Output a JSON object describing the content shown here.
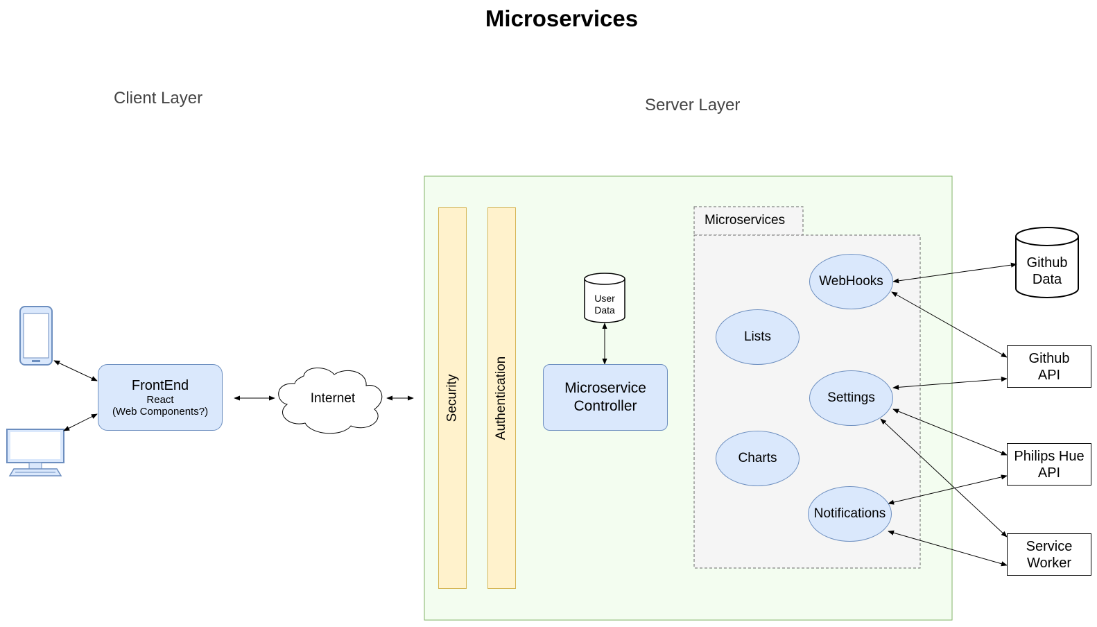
{
  "title": "Microservices",
  "layers": {
    "client": "Client Layer",
    "server": "Server Layer"
  },
  "frontend": {
    "title": "FrontEnd",
    "line1": "React",
    "line2": "(Web Components?)"
  },
  "internet": "Internet",
  "bars": {
    "security": "Security",
    "authentication": "Authentication"
  },
  "user_data": {
    "line1": "User",
    "line2": "Data"
  },
  "controller": {
    "line1": "Microservice",
    "line2": "Controller"
  },
  "microservices_group": {
    "tab_label": "Microservices",
    "items": {
      "webhooks": "WebHooks",
      "lists": "Lists",
      "settings": "Settings",
      "charts": "Charts",
      "notifications": "Notifications"
    }
  },
  "external": {
    "github_data": {
      "line1": "Github",
      "line2": "Data"
    },
    "github_api": {
      "line1": "Github",
      "line2": "API"
    },
    "philips_hue_api": {
      "line1": "Philips Hue",
      "line2": "API"
    },
    "service_worker": {
      "line1": "Service",
      "line2": "Worker"
    }
  },
  "colors": {
    "server_fill": "#f3fdf0",
    "server_stroke": "#82b366",
    "blue_fill": "#dae8fc",
    "blue_stroke": "#6c8ebf",
    "yellow_fill": "#fff2cc",
    "yellow_stroke": "#d6b656",
    "group_fill": "#f5f5f5",
    "device_stroke": "#6c8ebf"
  },
  "icons": [
    "smartphone-icon",
    "desktop-computer-icon",
    "cloud-icon",
    "database-icon"
  ]
}
